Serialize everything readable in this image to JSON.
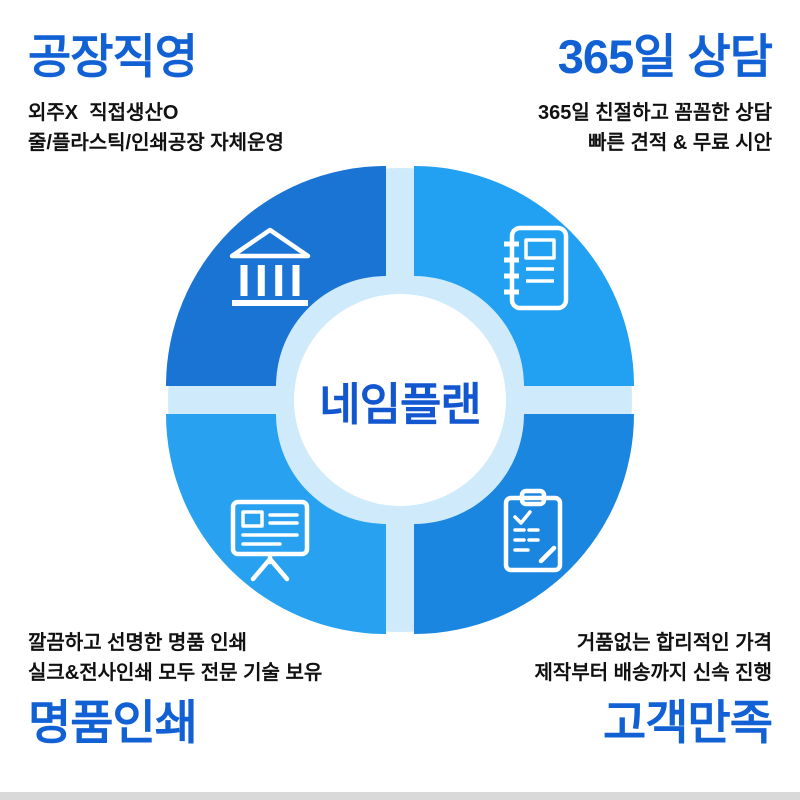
{
  "center": {
    "label": "네임플랜"
  },
  "sections": {
    "top_left": {
      "title": "공장직영",
      "lines": [
        "외주X  직접생산O",
        "줄/플라스틱/인쇄공장 자체운영"
      ]
    },
    "top_right": {
      "title": "365일 상담",
      "lines": [
        "365일 친절하고 꼼꼼한 상담",
        "빠른 견적 & 무료 시안"
      ]
    },
    "bottom_left": {
      "title": "명품인쇄",
      "lines": [
        "깔끔하고 선명한 명품 인쇄",
        "실크&전사인쇄 모두 전문 기술 보유"
      ]
    },
    "bottom_right": {
      "title": "고객만족",
      "lines": [
        "거품없는 합리적인 가격",
        "제작부터 배송까지 신속 진행"
      ]
    }
  },
  "icons": {
    "top_left": "bank-icon",
    "top_right": "notebook-icon",
    "bottom_left": "presentation-board-icon",
    "bottom_right": "clipboard-checklist-icon"
  },
  "colors": {
    "title_text": "#1261d4",
    "body_text": "#111111",
    "center_text": "#1257d0",
    "quadrant_top_left": "#1a74d4",
    "quadrant_top_right": "#22a0f2",
    "quadrant_bottom_left": "#28a2f0",
    "quadrant_bottom_right": "#1b86e0",
    "ring_background": "#cfeafa",
    "center_circle": "#ffffff",
    "icon_stroke": "#ffffff",
    "bottom_strip": "#d9d9d9"
  }
}
